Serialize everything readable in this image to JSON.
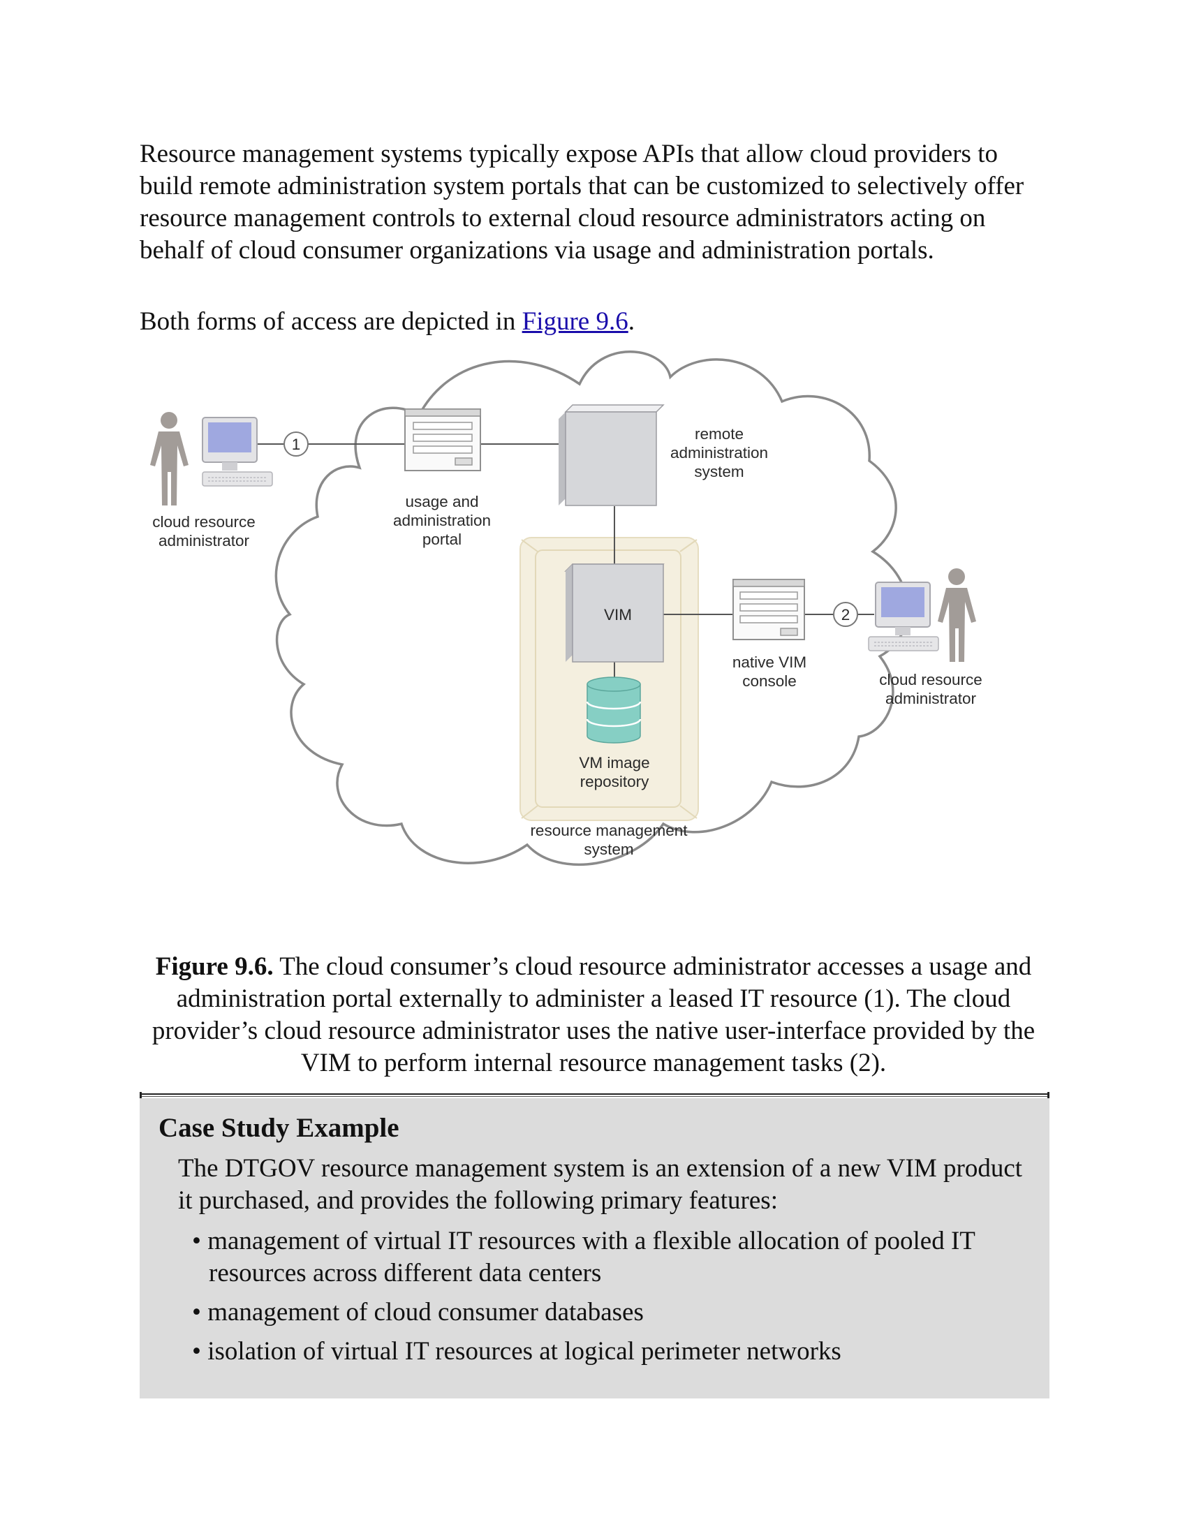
{
  "paragraphs": {
    "p1": "Resource management systems typically expose APIs that allow cloud providers to build remote administration system portals that can be customized to selectively offer resource management controls to external cloud resource administrators acting on behalf of cloud consumer organizations via usage and administration portals.",
    "p2_prefix": "Both forms of access are depicted in ",
    "p2_link": "Figure 9.6",
    "p2_suffix": "."
  },
  "figure": {
    "admin_left_label": [
      "cloud resource",
      "administrator"
    ],
    "marker_1": "1",
    "portal_label": [
      "usage and",
      "administration",
      "portal"
    ],
    "remote_admin_label": [
      "remote",
      "administration",
      "system"
    ],
    "vim_label": "VIM",
    "repo_label": [
      "VM image",
      "repository"
    ],
    "rms_label": [
      "resource management",
      "system"
    ],
    "console_label": [
      "native VIM",
      "console"
    ],
    "marker_2": "2",
    "admin_right_label": [
      "cloud resource",
      "administrator"
    ],
    "colors": {
      "cloud_outline": "#8a8a8a",
      "rms_fill": "#f4efdf",
      "server_fill": "#d6d7da",
      "database_fill": "#86cfc4",
      "monitor_screen": "#9fa8e0",
      "person_fill": "#a29c98"
    }
  },
  "caption": {
    "label": "Figure 9.6.",
    "text": " The cloud consumer’s cloud resource administrator accesses a usage and administration portal externally to administer a leased IT resource (1). The cloud provider’s cloud resource administrator uses the native user-interface provided by the VIM to perform internal resource management tasks (2)."
  },
  "case_study": {
    "title": "Case Study Example",
    "intro": "The DTGOV resource management system is an extension of a new VIM product it purchased, and provides the following primary features:",
    "bullets": [
      "• management of virtual IT resources with a flexible allocation of pooled IT resources across different data centers",
      "• management of cloud consumer databases",
      "• isolation of virtual IT resources at logical perimeter networks"
    ]
  }
}
